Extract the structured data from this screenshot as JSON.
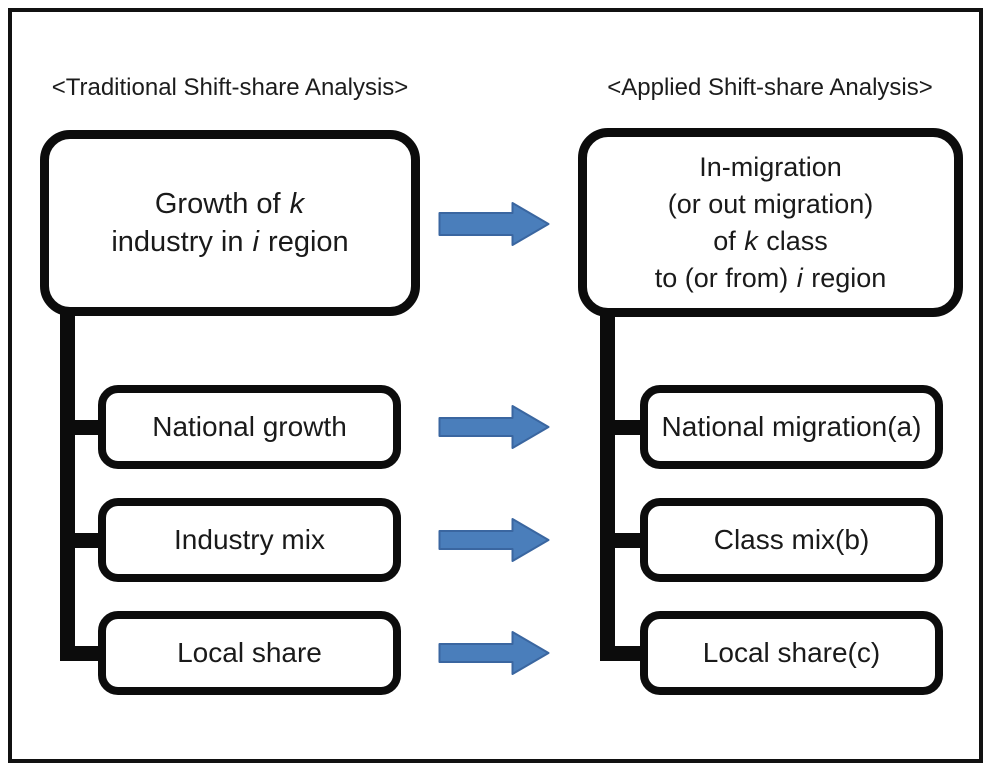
{
  "diagram": {
    "left": {
      "title": "<Traditional Shift-share Analysis>",
      "main_box": {
        "lines": [
          [
            {
              "t": "Growth of "
            },
            {
              "t": "k",
              "i": true
            }
          ],
          [
            {
              "t": "industry in "
            },
            {
              "t": "i",
              "i": true
            },
            {
              "t": " region"
            }
          ]
        ]
      },
      "sub_boxes": [
        "National growth",
        "Industry mix",
        "Local share"
      ]
    },
    "right": {
      "title": "<Applied Shift-share Analysis>",
      "main_box": {
        "lines": [
          [
            {
              "t": "In-migration"
            }
          ],
          [
            {
              "t": "(or out migration)"
            }
          ],
          [
            {
              "t": "of "
            },
            {
              "t": "k",
              "i": true
            },
            {
              "t": " class"
            }
          ],
          [
            {
              "t": "to (or from) "
            },
            {
              "t": "i",
              "i": true
            },
            {
              "t": " region"
            }
          ]
        ]
      },
      "sub_boxes": [
        "National migration(a)",
        "Class mix(b)",
        "Local share(c)"
      ]
    }
  },
  "icons": {
    "arrow": "right-block-arrow"
  },
  "colors": {
    "arrow_fill": "#4a7ebb",
    "arrow_stroke": "#3a66a0",
    "line": "#0c0c0c",
    "background": "#ffffff"
  }
}
